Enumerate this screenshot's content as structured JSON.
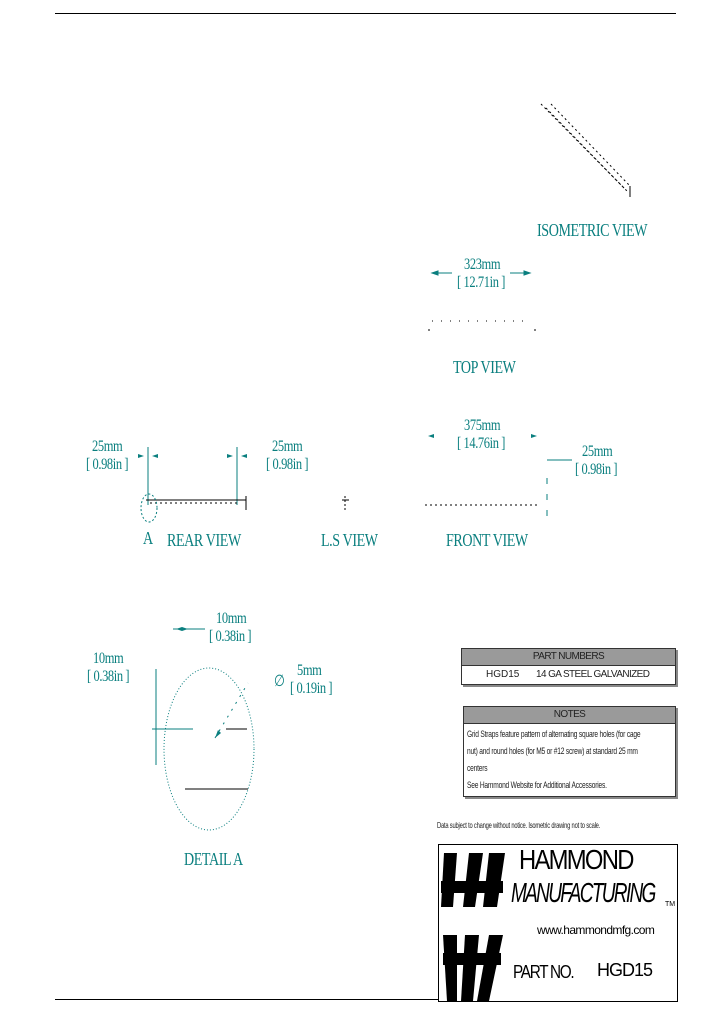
{
  "colors": {
    "dimension": "#0a7f7f",
    "table_header": "#9a9a9a",
    "line": "#000000"
  },
  "views": {
    "isometric": "ISOMETRIC VIEW",
    "top": "TOP VIEW",
    "rear": "REAR VIEW",
    "ls": "L.S VIEW",
    "front": "FRONT VIEW",
    "detail": "DETAIL A",
    "detail_marker": "A"
  },
  "dimensions": {
    "top_width": {
      "mm": "323mm",
      "in": "[ 12.71in ]"
    },
    "front_width": {
      "mm": "375mm",
      "in": "[ 14.76in ]"
    },
    "front_height": {
      "mm": "25mm",
      "in": "[ 0.98in ]"
    },
    "rear_left": {
      "mm": "25mm",
      "in": "[ 0.98in ]"
    },
    "rear_right": {
      "mm": "25mm",
      "in": "[ 0.98in ]"
    },
    "detail_horizontal": {
      "mm": "10mm",
      "in": "[ 0.38in ]"
    },
    "detail_vertical": {
      "mm": "10mm",
      "in": "[ 0.38in ]"
    },
    "detail_hole": {
      "symbol": "∅",
      "mm": "5mm",
      "in": "[ 0.19in ]"
    }
  },
  "part_numbers": {
    "header": "PART NUMBERS",
    "rows": [
      {
        "part": "HGD15",
        "description": "14 GA STEEL GALVANIZED"
      }
    ]
  },
  "notes": {
    "header": "NOTES",
    "lines": [
      "Grid Straps feature pattern of alternating square holes (for cage",
      "nut) and round holes (for M5 or #12 screw) at standard 25 mm",
      "centers",
      "See Hammond Website for Additional Accessories."
    ]
  },
  "disclaimer": "Data subject to change without notice. Isometric drawing not to scale.",
  "title_block": {
    "company_line1": "HAMMOND",
    "company_line2": "MANUFACTURING",
    "tm": "TM",
    "website": "www.hammondmfg.com",
    "part_no_label": "PART NO.",
    "part_no": "HGD15"
  }
}
